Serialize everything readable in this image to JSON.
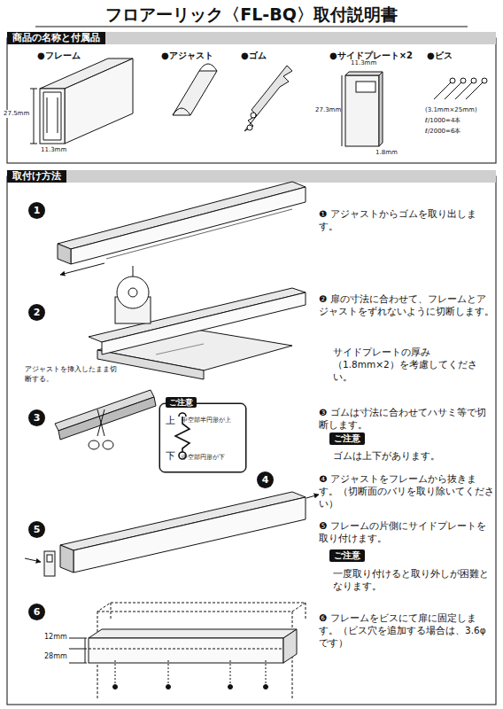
{
  "diagram": {
    "title": "フロアーリック〈FL-BQ〉取付説明書",
    "nodes": [
      {
        "text": [
          "商品の名称と付属品"
        ]
      },
      {
        "text": [
          "取付け方法"
        ]
      },
      {
        "text": [
          "1"
        ]
      },
      {
        "text": [
          "2"
        ]
      },
      {
        "text": [
          "3"
        ]
      },
      {
        "text": [
          "ご注意",
          "上",
          "中空部半円形が上",
          "下",
          "中空部円形が下"
        ]
      },
      {
        "text": [
          "ご注意"
        ]
      },
      {
        "text": [
          "4"
        ]
      },
      {
        "text": [
          "5"
        ]
      },
      {
        "text": [
          "ご注意"
        ]
      },
      {
        "text": [
          "6"
        ]
      }
    ],
    "labels": [
      "●フレーム",
      "27.5mm",
      "11.3mm",
      "●アジャスト",
      "●ゴム",
      "●サイドプレート×2",
      "11.3mm",
      "27.3mm",
      "1.8mm",
      "●ビス",
      "(3.1mm×25mm)",
      "ℓ/1000=4本",
      "ℓ/2000=6本",
      "❶ アジャストからゴムを取り出します。",
      "❷ 扉の寸法に合わせて、フレームとアジャストをずれないように切断します。",
      "サイドプレートの厚み（1.8mm×2）を考慮してください。",
      "アジャストを挿入したまま切断する。",
      "❸ ゴムは寸法に合わせてハサミ等で切断します。",
      "ゴムは上下があります。",
      "❹ アジャストをフレームから抜きます。（切断面のバリを取り除いてください）",
      "❺ フレームの片側にサイドプレートを取り付けます。",
      "一度取り付けると取り外しが困難となります。",
      "❻ フレームをビスにて扉に固定します。（ビス穴を追加する場合は、3.6φです）",
      "12mm",
      "28mm"
    ]
  }
}
